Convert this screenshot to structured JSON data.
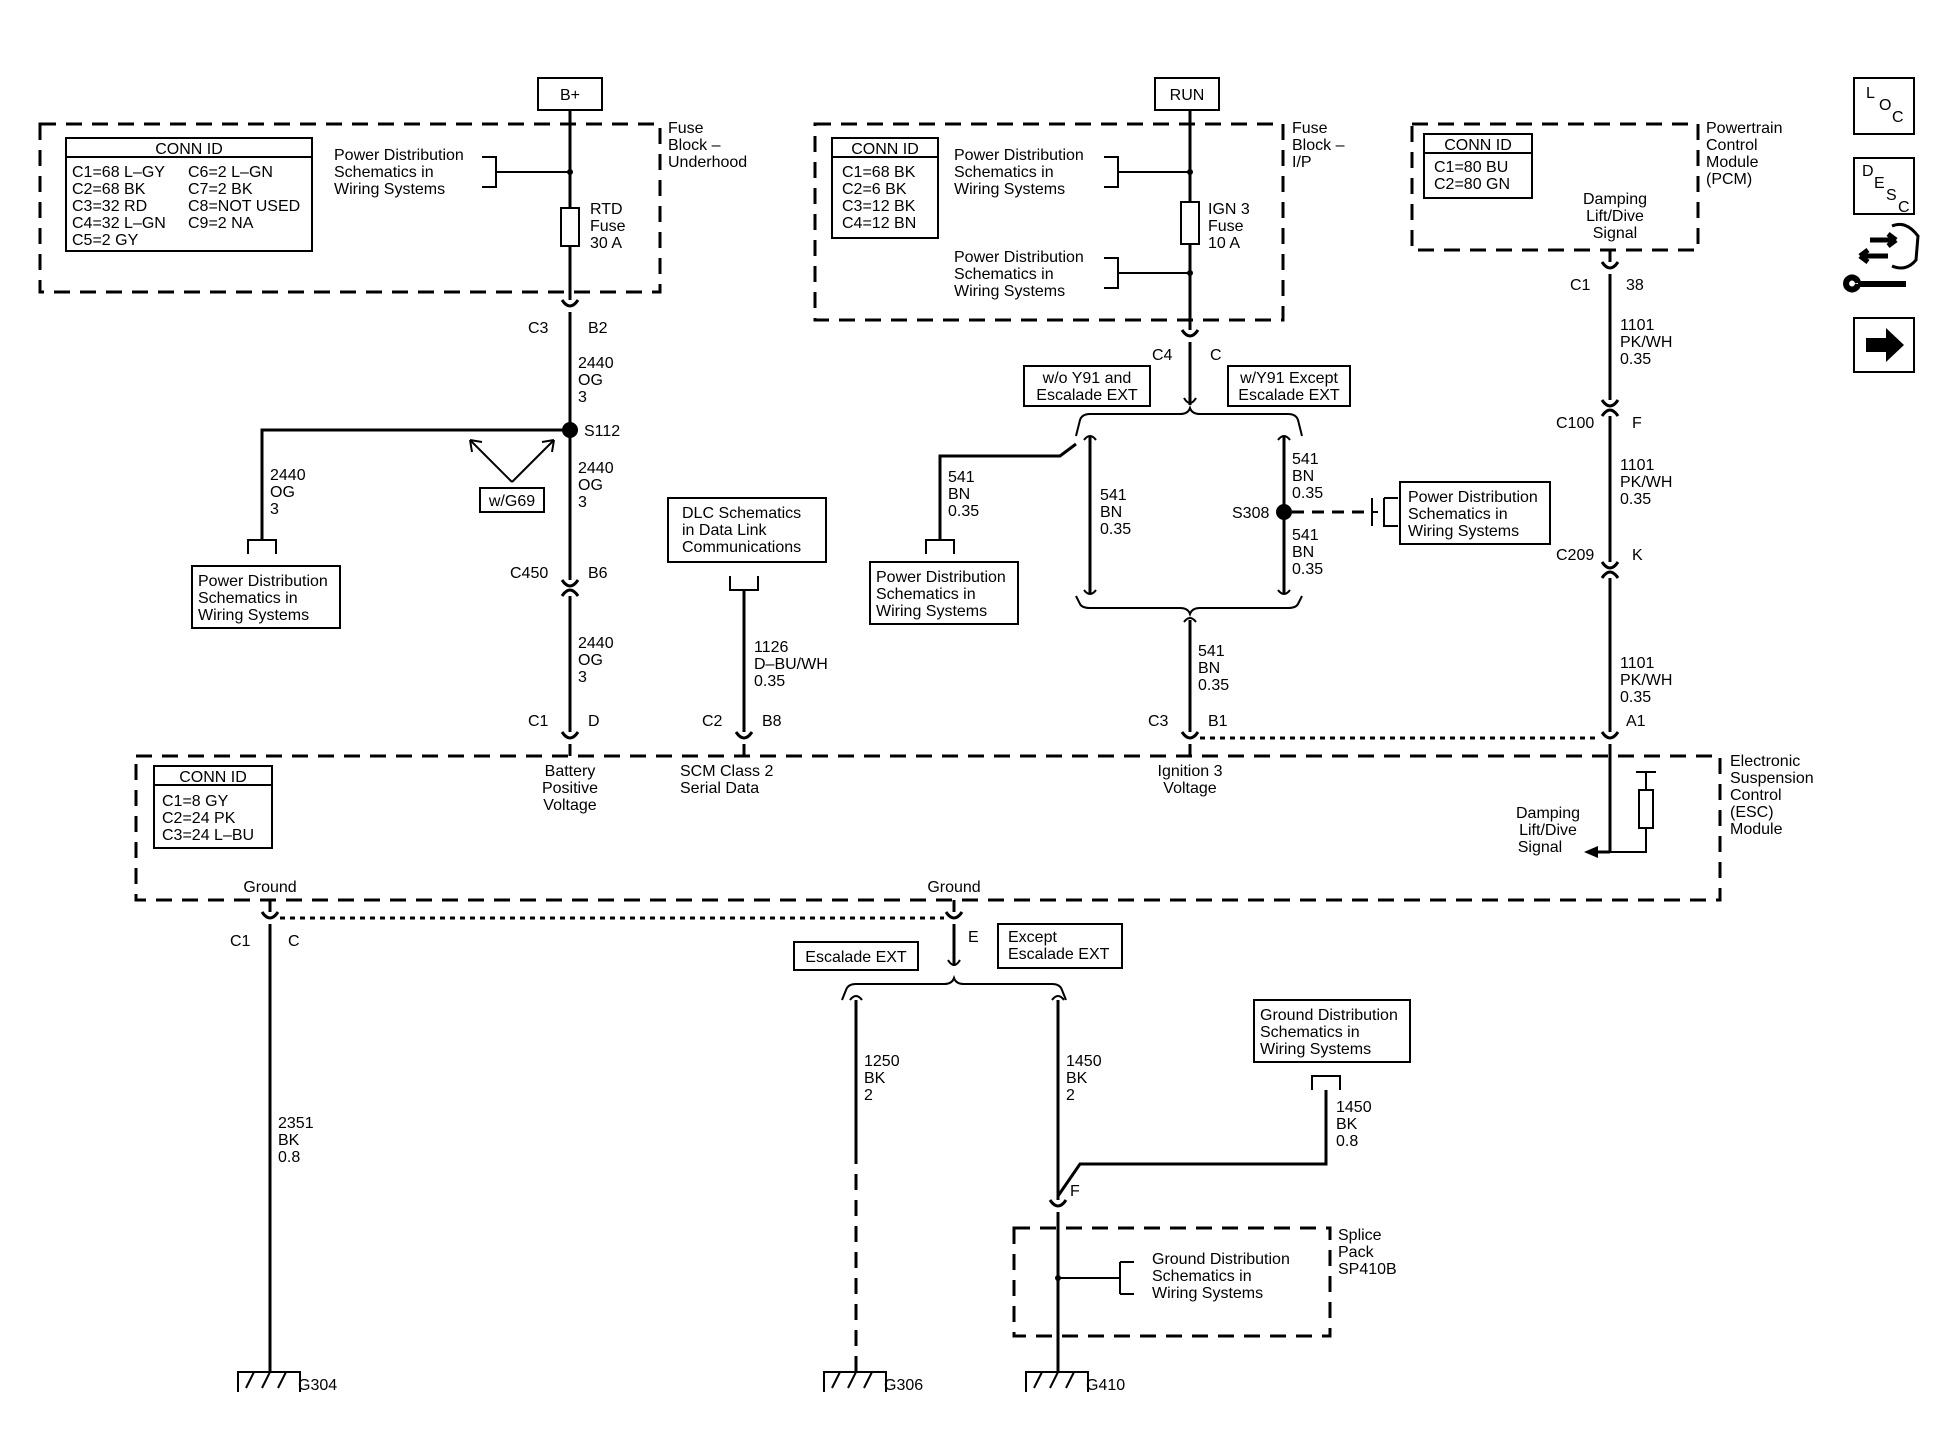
{
  "power_sources": {
    "bplus": "B+",
    "run": "RUN"
  },
  "fuse_underhood": {
    "title": [
      "Fuse",
      "Block –",
      "Underhood"
    ],
    "conn_id": {
      "header": "CONN ID",
      "left": [
        "C1=68 L–GY",
        "C2=68 BK",
        "C3=32 RD",
        "C4=32 L–GN",
        "C5=2 GY"
      ],
      "right": [
        "C6=2 L–GN",
        "C7=2 BK",
        "C8=NOT USED",
        "C9=2 NA"
      ]
    },
    "pds_ref": [
      "Power Distribution",
      "Schematics in",
      "Wiring Systems"
    ],
    "fuse": [
      "RTD",
      "Fuse",
      "30 A"
    ]
  },
  "fuse_ip": {
    "title": [
      "Fuse",
      "Block –",
      "I/P"
    ],
    "conn_id": {
      "header": "CONN ID",
      "lines": [
        "C1=68 BK",
        "C2=6 BK",
        "C3=12 BK",
        "C4=12 BN"
      ]
    },
    "pds_ref1": [
      "Power Distribution",
      "Schematics in",
      "Wiring Systems"
    ],
    "pds_ref2": [
      "Power Distribution",
      "Schematics in",
      "Wiring Systems"
    ],
    "fuse": [
      "IGN 3",
      "Fuse",
      "10 A"
    ]
  },
  "pcm": {
    "title": [
      "Powertrain",
      "Control",
      "Module",
      "(PCM)"
    ],
    "conn_id": {
      "header": "CONN ID",
      "lines": [
        "C1=80 BU",
        "C2=80 GN"
      ]
    },
    "signal": [
      "Damping",
      "Lift/Dive",
      "Signal"
    ]
  },
  "esc": {
    "title": [
      "Electronic",
      "Suspension",
      "Control",
      "(ESC)",
      "Module"
    ],
    "conn_id": {
      "header": "CONN ID",
      "lines": [
        "C1=8 GY",
        "C2=24 PK",
        "C3=24 L–BU"
      ]
    },
    "pin_batt": [
      "Battery",
      "Positive",
      "Voltage"
    ],
    "pin_scm": [
      "SCM Class 2",
      "Serial Data"
    ],
    "pin_ign": [
      "Ignition 3",
      "Voltage"
    ],
    "pin_damp": [
      "Damping",
      "Lift/Dive",
      "Signal"
    ],
    "ground1": "Ground",
    "ground2": "Ground"
  },
  "connectors": {
    "c3_b2": [
      "C3",
      "B2"
    ],
    "c450_b6": [
      "C450",
      "B6"
    ],
    "c1_d": [
      "C1",
      "D"
    ],
    "c2_b8": [
      "C2",
      "B8"
    ],
    "c4_c": [
      "C4",
      "C"
    ],
    "c3_b1": [
      "C3",
      "B1"
    ],
    "c1_38": [
      "C1",
      "38"
    ],
    "c100_f": [
      "C100",
      "F"
    ],
    "c209_k": [
      "C209",
      "K"
    ],
    "a1": "A1",
    "c1_c": [
      "C1",
      "C"
    ],
    "e": "E",
    "f": "F"
  },
  "wires": {
    "w2440a": [
      "2440",
      "OG",
      "3"
    ],
    "w2440b": [
      "2440",
      "OG",
      "3"
    ],
    "w2440c": [
      "2440",
      "OG",
      "3"
    ],
    "w2440d": [
      "2440",
      "OG",
      "3"
    ],
    "w1126": [
      "1126",
      "D–BU/WH",
      "0.35"
    ],
    "w541a": [
      "541",
      "BN",
      "0.35"
    ],
    "w541b": [
      "541",
      "BN",
      "0.35"
    ],
    "w541c": [
      "541",
      "BN",
      "0.35"
    ],
    "w541d": [
      "541",
      "BN",
      "0.35"
    ],
    "w541e": [
      "541",
      "BN",
      "0.35"
    ],
    "w1101a": [
      "1101",
      "PK/WH",
      "0.35"
    ],
    "w1101b": [
      "1101",
      "PK/WH",
      "0.35"
    ],
    "w1101c": [
      "1101",
      "PK/WH",
      "0.35"
    ],
    "w2351": [
      "2351",
      "BK",
      "0.8"
    ],
    "w1250": [
      "1250",
      "BK",
      "2"
    ],
    "w1450a": [
      "1450",
      "BK",
      "2"
    ],
    "w1450b": [
      "1450",
      "BK",
      "0.8"
    ]
  },
  "splices": {
    "s112": "S112",
    "s308": "S308"
  },
  "options": {
    "wg69": "w/G69",
    "wo_y91": [
      "w/o Y91 and",
      "Escalade EXT"
    ],
    "w_y91": [
      "w/Y91 Except",
      "Escalade EXT"
    ],
    "escalade": "Escalade EXT",
    "except_escalade": [
      "Except",
      "Escalade EXT"
    ]
  },
  "refs": {
    "pds_left": [
      "Power Distribution",
      "Schematics in",
      "Wiring Systems"
    ],
    "dlc": [
      "DLC Schematics",
      "in Data Link",
      "Communications"
    ],
    "pds_mid": [
      "Power Distribution",
      "Schematics in",
      "Wiring Systems"
    ],
    "pds_right": [
      "Power Distribution",
      "Schematics in",
      "Wiring Systems"
    ],
    "gds_top": [
      "Ground Distribution",
      "Schematics in",
      "Wiring Systems"
    ],
    "gds_splice": [
      "Ground Distribution",
      "Schematics in",
      "Wiring Systems"
    ]
  },
  "splice_pack": [
    "Splice",
    "Pack",
    "SP410B"
  ],
  "grounds": {
    "g304": "G304",
    "g306": "G306",
    "g410": "G410"
  },
  "nav_icons": {
    "loc": [
      "L",
      "O",
      "C"
    ],
    "desc": [
      "D",
      "E",
      "S",
      "C"
    ]
  }
}
